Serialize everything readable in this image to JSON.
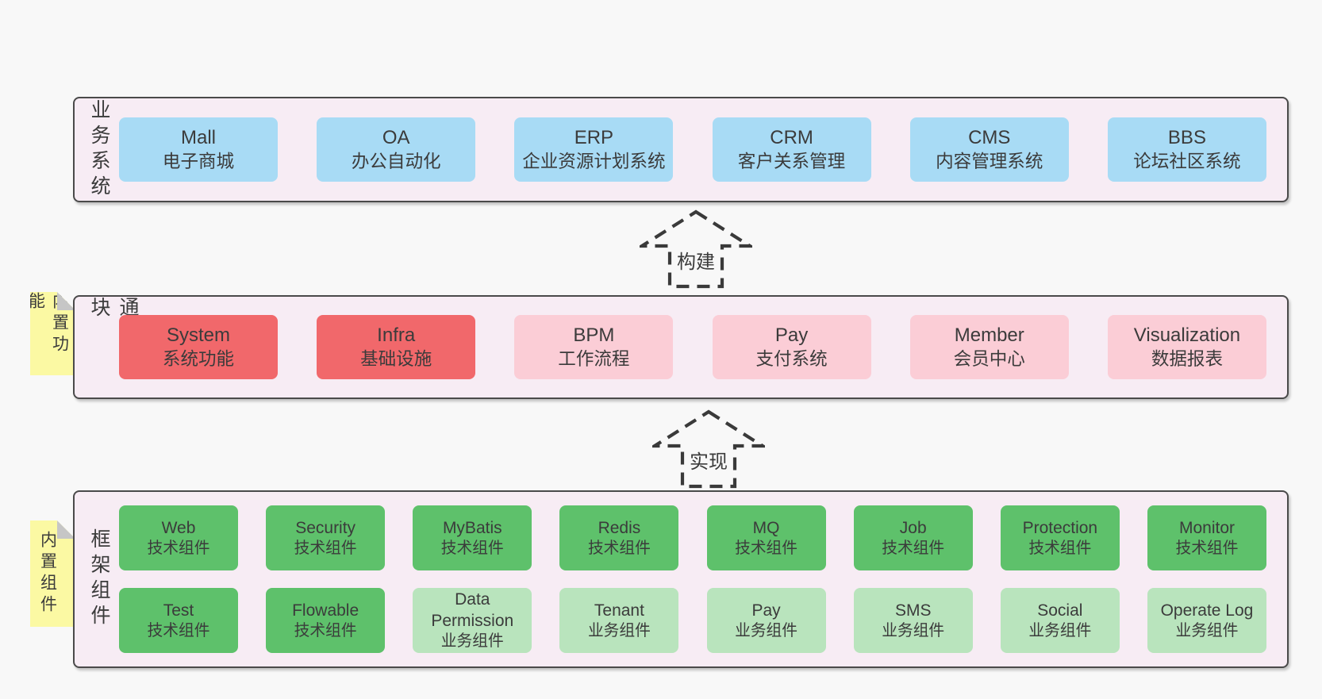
{
  "colors": {
    "page_bg": "#f8f8f8",
    "layer_bg": "#f7ecf4",
    "layer_border": "#4a4a4a",
    "box_blue": "#a8dbf5",
    "box_red": "#f1686b",
    "box_pink": "#fbcdd6",
    "box_green": "#5ec16b",
    "box_lightgreen": "#b9e4bd",
    "note_yellow": "#fbf9a3",
    "note_fold_gray": "#c6c6c6",
    "text": "#3b3b3b"
  },
  "layers": [
    {
      "label": "业务系统",
      "rows": [
        [
          {
            "en": "Mall",
            "zh": "电子商城"
          },
          {
            "en": "OA",
            "zh": "办公自动化"
          },
          {
            "en": "ERP",
            "zh": "企业资源计划系统"
          },
          {
            "en": "CRM",
            "zh": "客户关系管理"
          },
          {
            "en": "CMS",
            "zh": "内容管理系统"
          },
          {
            "en": "BBS",
            "zh": "论坛社区系统"
          }
        ]
      ]
    },
    {
      "label": "通用模块",
      "note": "内置功能",
      "rows": [
        [
          {
            "en": "System",
            "zh": "系统功能"
          },
          {
            "en": "Infra",
            "zh": "基础设施"
          },
          {
            "en": "BPM",
            "zh": "工作流程"
          },
          {
            "en": "Pay",
            "zh": "支付系统"
          },
          {
            "en": "Member",
            "zh": "会员中心"
          },
          {
            "en": "Visualization",
            "zh": "数据报表"
          }
        ]
      ]
    },
    {
      "label": "框架组件",
      "note": "内置组件",
      "rows": [
        [
          {
            "en": "Web",
            "zh": "技术组件"
          },
          {
            "en": "Security",
            "zh": "技术组件"
          },
          {
            "en": "MyBatis",
            "zh": "技术组件"
          },
          {
            "en": "Redis",
            "zh": "技术组件"
          },
          {
            "en": "MQ",
            "zh": "技术组件"
          },
          {
            "en": "Job",
            "zh": "技术组件"
          },
          {
            "en": "Protection",
            "zh": "技术组件"
          },
          {
            "en": "Monitor",
            "zh": "技术组件"
          }
        ],
        [
          {
            "en": "Test",
            "zh": "技术组件"
          },
          {
            "en": "Flowable",
            "zh": "技术组件"
          },
          {
            "en": "Data Permission",
            "zh": "业务组件"
          },
          {
            "en": "Tenant",
            "zh": "业务组件"
          },
          {
            "en": "Pay",
            "zh": "业务组件"
          },
          {
            "en": "SMS",
            "zh": "业务组件"
          },
          {
            "en": "Social",
            "zh": "业务组件"
          },
          {
            "en": "Operate Log",
            "zh": "业务组件"
          }
        ]
      ]
    }
  ],
  "arrows": [
    {
      "label": "构建"
    },
    {
      "label": "实现"
    }
  ]
}
